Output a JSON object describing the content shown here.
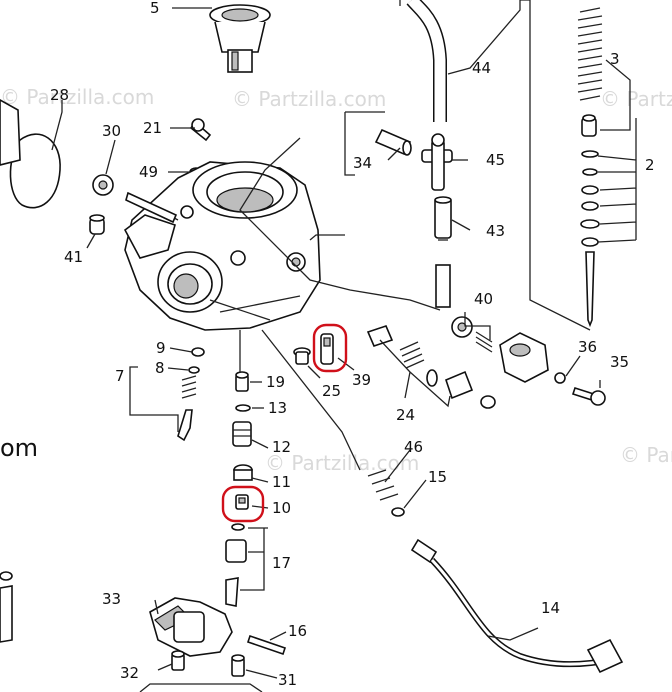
{
  "watermarks": [
    "© Partzilla.com",
    "© Partzilla.com",
    "© Partzilla.com",
    "© Partzilla.com",
    "© Partzilla.com"
  ],
  "edge_text": "om",
  "callouts": [
    "5",
    "44",
    "3",
    "28",
    "2",
    "30",
    "21",
    "34",
    "45",
    "49",
    "43",
    "41",
    "40",
    "9",
    "36",
    "35",
    "8",
    "7",
    "19",
    "39",
    "25",
    "24",
    "13",
    "12",
    "46",
    "11",
    "15",
    "10",
    "17",
    "33",
    "16",
    "14",
    "32",
    "31"
  ],
  "highlight_color": "#d0101a"
}
